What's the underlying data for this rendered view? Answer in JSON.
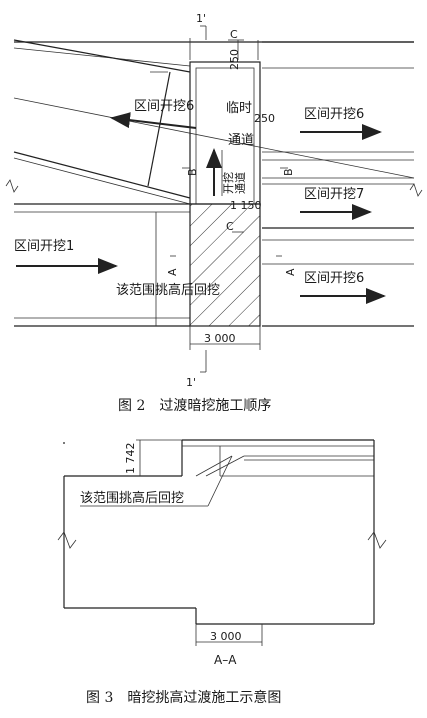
{
  "figure2": {
    "caption": "图 2　过渡暗挖施工顺序",
    "section_mark_top": "1'",
    "section_mark_bottom": "1'",
    "label_c_top": "C",
    "label_c_mid": "C",
    "label_b_left": "B",
    "label_b_right": "B",
    "label_a_left": "A",
    "label_a_right": "A",
    "dim_250_top": "250",
    "dim_250_mid": "250",
    "dim_1150": "1 150",
    "dim_3000": "3 000",
    "temp_passage_1": "临时",
    "temp_passage_2": "通道",
    "excavate_vertical_1": "开挖",
    "excavate_vertical_2": "通道",
    "zone_left_upper": "区间开挖6",
    "zone_left_lower": "区间开挖1",
    "zone_right_1": "区间开挖6",
    "zone_right_2": "区间开挖7",
    "zone_right_3": "区间开挖6",
    "backfill_note": "该范围挑高后回挖"
  },
  "figure3": {
    "caption": "图 3　暗挖挑高过渡施工示意图",
    "dim_1742": "1 742",
    "dim_3000": "3 000",
    "section_label": "A–A",
    "backfill_note": "该范围挑高后回挖"
  }
}
